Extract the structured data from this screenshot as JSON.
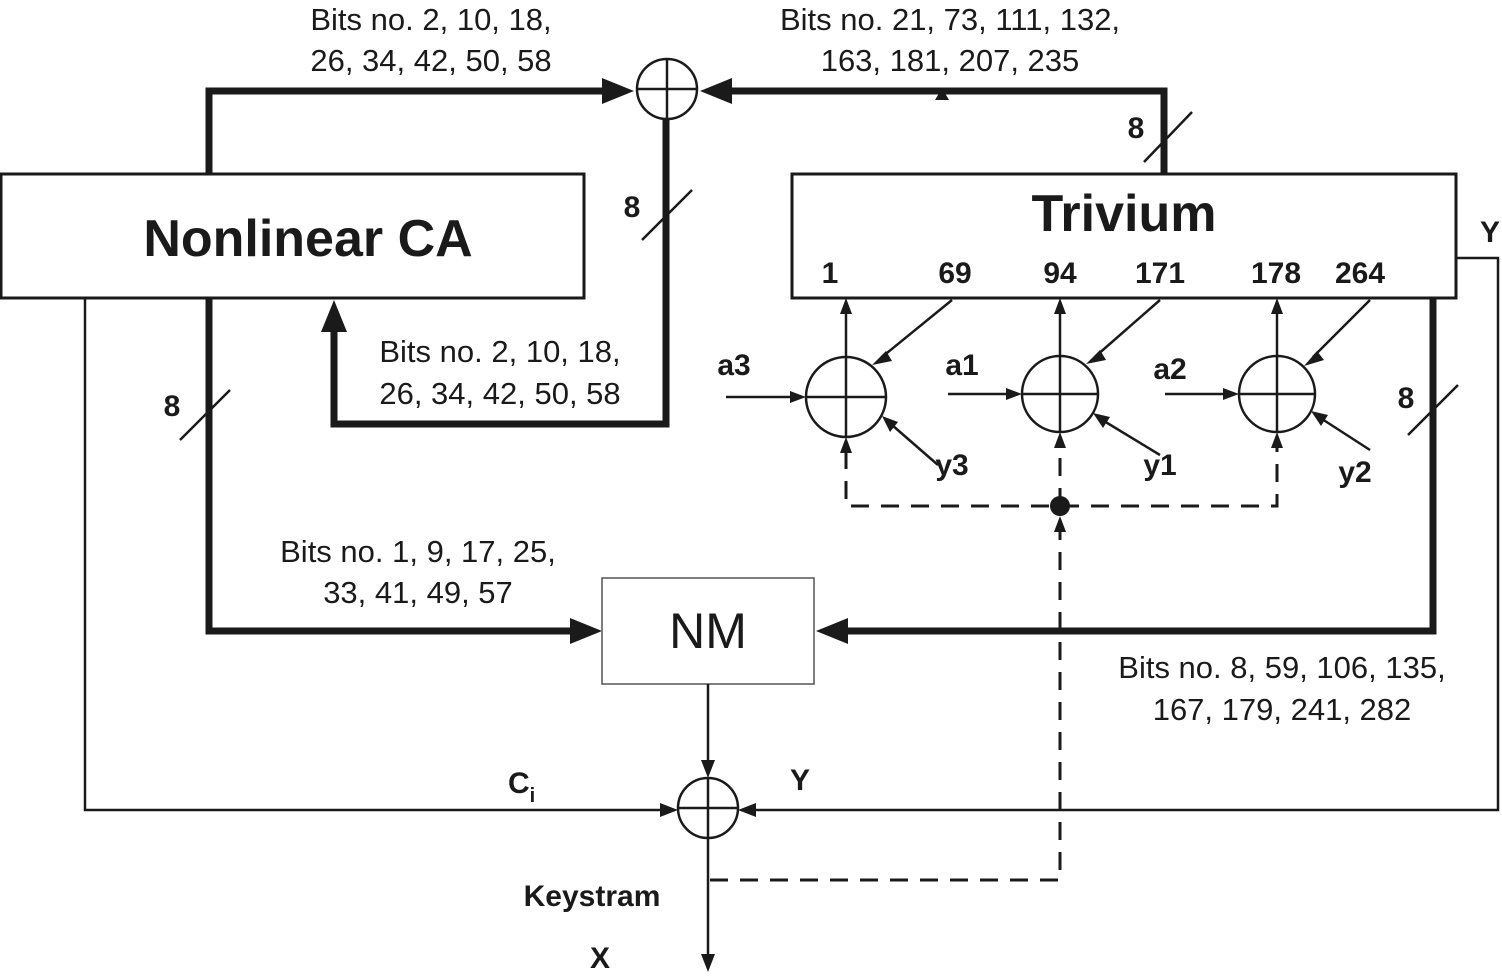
{
  "blocks": {
    "nonlinear_ca": "Nonlinear CA",
    "trivium": "Trivium",
    "nm": "NM"
  },
  "labels": {
    "top_left_bits_line1": "Bits no. 2, 10, 18,",
    "top_left_bits_line2": "26, 34, 42, 50, 58",
    "top_right_bits_line1": "Bits no. 21, 73, 111, 132,",
    "top_right_bits_line2": "163, 181, 207, 235",
    "feedback_bits_line1": "Bits no. 2, 10, 18,",
    "feedback_bits_line2": "26, 34, 42, 50, 58",
    "ca_nm_bits_line1": "Bits no. 1, 9, 17, 25,",
    "ca_nm_bits_line2": "33, 41, 49, 57",
    "trivium_nm_bits_line1": "Bits no. 8, 59, 106, 135,",
    "trivium_nm_bits_line2": "167, 179, 241, 282",
    "bus_width_top_right": "8",
    "bus_width_center": "8",
    "bus_width_left": "8",
    "bus_width_right": "8",
    "trivium_taps": [
      "1",
      "69",
      "94",
      "171",
      "178",
      "264"
    ],
    "inputs": [
      "a3",
      "a1",
      "a2"
    ],
    "outputs": [
      "y3",
      "y1",
      "y2"
    ],
    "y_right": "Y",
    "y_bottom": "Y",
    "ci_main": "C",
    "ci_sub": "i",
    "keystream": "Keystram",
    "x_out": "X"
  }
}
